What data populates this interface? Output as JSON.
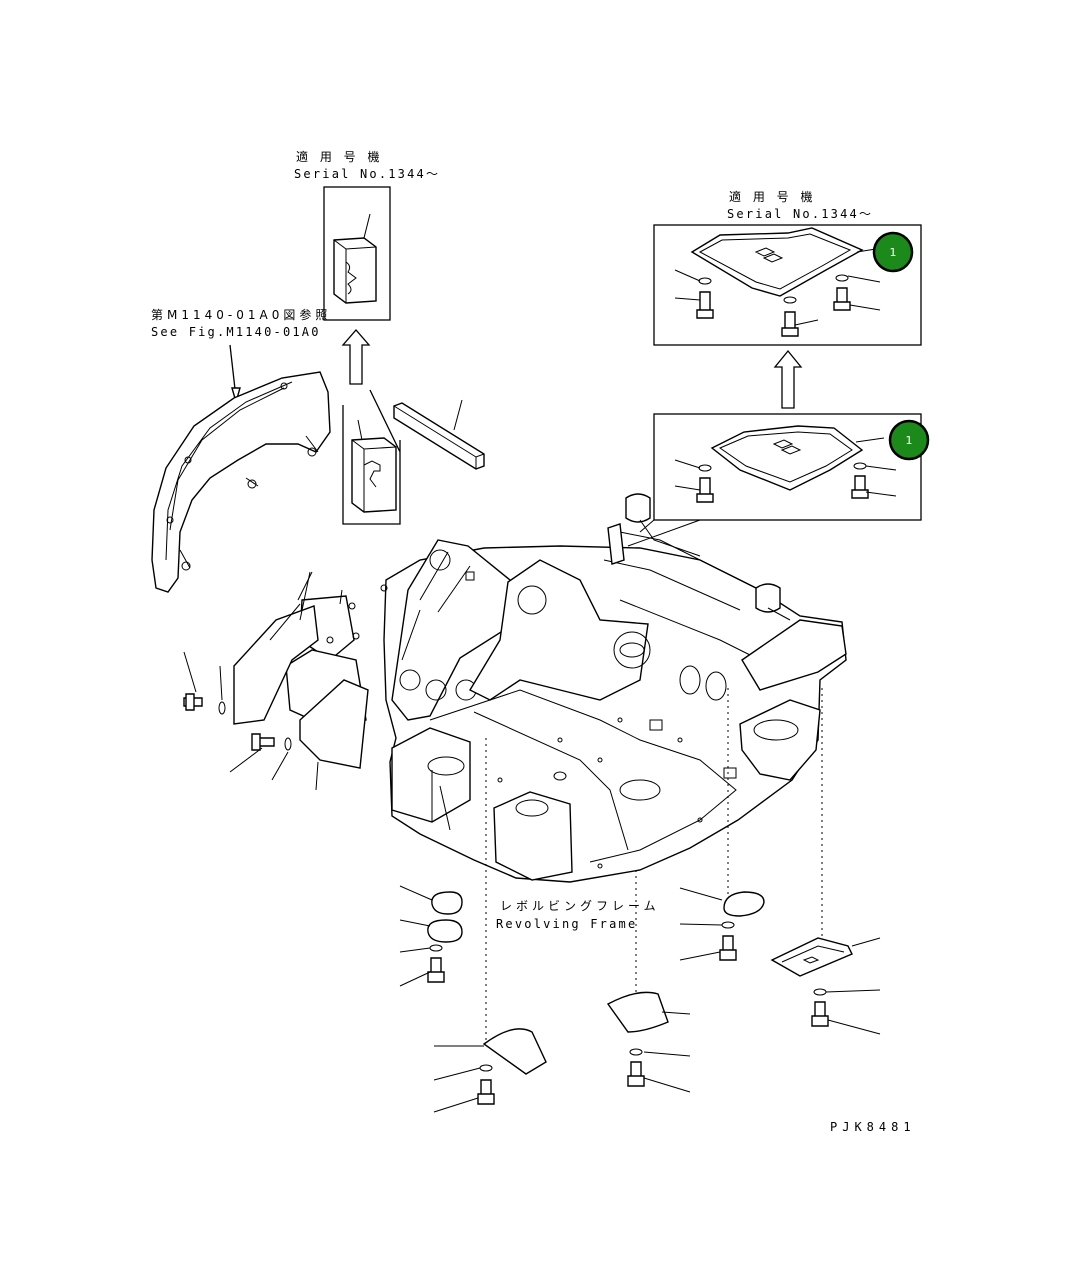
{
  "labels": {
    "serial_left_jp": "適 用 号 機",
    "serial_left_en": "Serial No.1344～",
    "serial_right_jp": "適 用 号 機",
    "serial_right_en": "Serial No.1344～",
    "see_fig_jp": "第M1140-01A0図参照",
    "see_fig_en": "See Fig.M1140-01A0",
    "frame_jp": "レボルビングフレーム",
    "frame_en": "Revolving Frame",
    "drawing_code": "PJK8481"
  },
  "callouts": [
    {
      "number": "1"
    },
    {
      "number": "1"
    }
  ],
  "colors": {
    "callout_fill": "#1b8a1b",
    "ink": "#000000",
    "paper": "#ffffff"
  }
}
